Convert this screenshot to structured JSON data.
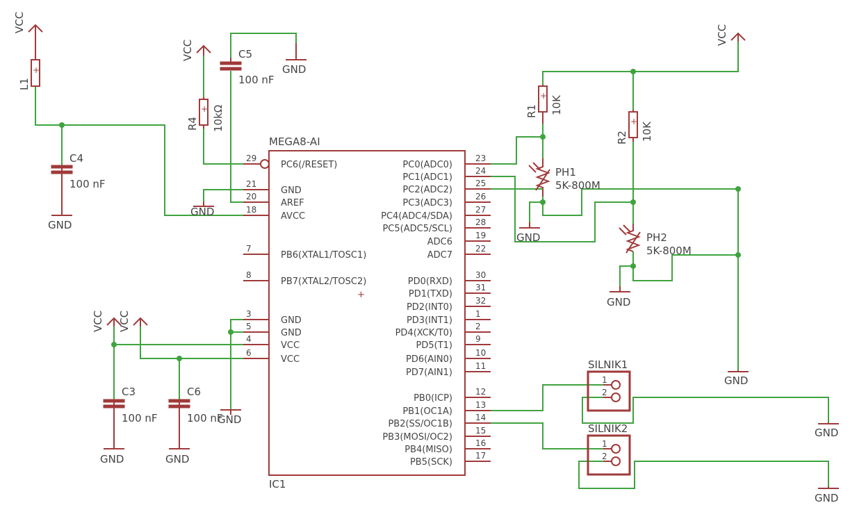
{
  "colors": {
    "symbol": "#a03a3a",
    "wire": "#3fa33f",
    "text": "#444444",
    "background": "#ffffff"
  },
  "power": {
    "vcc": "VCC",
    "gnd": "GND"
  },
  "ic": {
    "name": "MEGA8-AI",
    "ref": "IC1",
    "left_pins": [
      {
        "num": "29",
        "name": "PC6(/RESET)"
      },
      {
        "num": "21",
        "name": "GND"
      },
      {
        "num": "20",
        "name": "AREF"
      },
      {
        "num": "18",
        "name": "AVCC"
      },
      {
        "num": "7",
        "name": "PB6(XTAL1/TOSC1)"
      },
      {
        "num": "8",
        "name": "PB7(XTAL2/TOSC2)"
      },
      {
        "num": "3",
        "name": "GND"
      },
      {
        "num": "5",
        "name": "GND"
      },
      {
        "num": "4",
        "name": "VCC"
      },
      {
        "num": "6",
        "name": "VCC"
      }
    ],
    "right_pins": [
      {
        "num": "23",
        "name": "PC0(ADC0)"
      },
      {
        "num": "24",
        "name": "PC1(ADC1)"
      },
      {
        "num": "25",
        "name": "PC2(ADC2)"
      },
      {
        "num": "26",
        "name": "PC3(ADC3)"
      },
      {
        "num": "27",
        "name": "PC4(ADC4/SDA)"
      },
      {
        "num": "28",
        "name": "PC5(ADC5/SCL)"
      },
      {
        "num": "19",
        "name": "ADC6"
      },
      {
        "num": "22",
        "name": "ADC7"
      },
      {
        "num": "30",
        "name": "PD0(RXD)"
      },
      {
        "num": "31",
        "name": "PD1(TXD)"
      },
      {
        "num": "32",
        "name": "PD2(INT0)"
      },
      {
        "num": "1",
        "name": "PD3(INT1)"
      },
      {
        "num": "2",
        "name": "PD4(XCK/T0)"
      },
      {
        "num": "9",
        "name": "PD5(T1)"
      },
      {
        "num": "10",
        "name": "PD6(AIN0)"
      },
      {
        "num": "11",
        "name": "PD7(AIN1)"
      },
      {
        "num": "12",
        "name": "PB0(ICP)"
      },
      {
        "num": "13",
        "name": "PB1(OC1A)"
      },
      {
        "num": "14",
        "name": "PB2(SS/OC1B)"
      },
      {
        "num": "15",
        "name": "PB3(MOSI/OC2)"
      },
      {
        "num": "16",
        "name": "PB4(MISO)"
      },
      {
        "num": "17",
        "name": "PB5(SCK)"
      }
    ]
  },
  "components": {
    "L1": {
      "ref": "L1"
    },
    "C4": {
      "ref": "C4",
      "value": "100 nF"
    },
    "C5": {
      "ref": "C5",
      "value": "100 nF"
    },
    "R4": {
      "ref": "R4",
      "value": "10kΩ"
    },
    "C3": {
      "ref": "C3",
      "value": "100 nF"
    },
    "C6": {
      "ref": "C6",
      "value": "100 nF"
    },
    "R1": {
      "ref": "R1",
      "value": "10K"
    },
    "R2": {
      "ref": "R2",
      "value": "10K"
    },
    "PH1": {
      "ref": "PH1",
      "value": "5K-800M"
    },
    "PH2": {
      "ref": "PH2",
      "value": "5K-800M"
    },
    "SILNIK1": {
      "ref": "SILNIK1",
      "pins": [
        "1",
        "2"
      ]
    },
    "SILNIK2": {
      "ref": "SILNIK2",
      "pins": [
        "1",
        "2"
      ]
    }
  }
}
